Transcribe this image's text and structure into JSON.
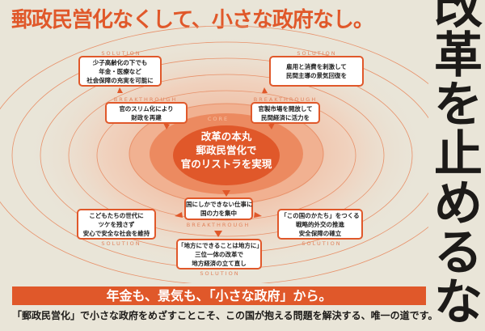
{
  "title": "郵政民営化なくして、小さな政府なし。",
  "vertical_slogan": [
    "改",
    "革",
    "を",
    "止",
    "め",
    "る",
    "な"
  ],
  "diagram": {
    "core_label": "CORE",
    "core_lines": [
      "改革の本丸",
      "郵政民営化で",
      "官のリストラを実現"
    ],
    "labels": {
      "solution": "SOLUTION",
      "breakthrough": "BREAKTHROUGH"
    },
    "solution_tl": [
      "少子高齢化の下でも",
      "年金・医療など",
      "社会保障の充実を可能に"
    ],
    "solution_tr": [
      "雇用と消費を刺激して",
      "民間主導の景気回復を"
    ],
    "breakthrough_l": [
      "官のスリム化により",
      "財政を再建"
    ],
    "breakthrough_r": [
      "官製市場を開放して",
      "民間経済に活力を"
    ],
    "breakthrough_b": [
      "国にしかできない仕事に",
      "国の力を集中"
    ],
    "solution_l": [
      "こどもたちの世代に",
      "ツケを残さず",
      "安心で安全な社会を維持"
    ],
    "solution_r": [
      "「この国のかたち」をつくる",
      "戦略的外交の推進",
      "安全保障の確立"
    ],
    "solution_b": [
      "「地方にできることは地方に」",
      "三位一体の改革で",
      "地方経済の立て直し"
    ]
  },
  "banner": "年金も、景気も、「小さな政府」から。",
  "footer": "「郵政民営化」で小さな政府をめざすことこそ、この国が抱える問題を解決する、唯一の道です。",
  "colors": {
    "accent": "#e0582a",
    "background": "#e9e5d8",
    "text": "#1c1a18"
  }
}
